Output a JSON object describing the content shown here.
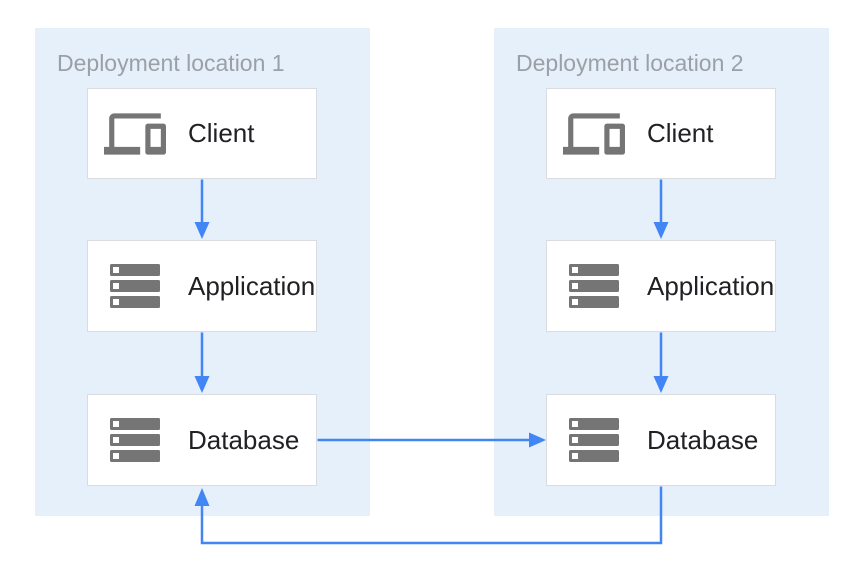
{
  "zones": [
    {
      "title": "Deployment location 1",
      "nodes": [
        {
          "label": "Client",
          "icon": "devices-icon"
        },
        {
          "label": "Application",
          "icon": "server-stack-icon"
        },
        {
          "label": "Database",
          "icon": "server-stack-icon"
        }
      ]
    },
    {
      "title": "Deployment location 2",
      "nodes": [
        {
          "label": "Client",
          "icon": "devices-icon"
        },
        {
          "label": "Application",
          "icon": "server-stack-icon"
        },
        {
          "label": "Database",
          "icon": "server-stack-icon"
        }
      ]
    }
  ],
  "connections": [
    {
      "from": "client-1",
      "to": "application-1",
      "shape": "straight-down"
    },
    {
      "from": "application-1",
      "to": "database-1",
      "shape": "straight-down"
    },
    {
      "from": "client-2",
      "to": "application-2",
      "shape": "straight-down"
    },
    {
      "from": "application-2",
      "to": "database-2",
      "shape": "straight-down"
    },
    {
      "from": "database-1",
      "to": "database-2",
      "shape": "straight-right"
    },
    {
      "from": "database-2",
      "to": "database-1",
      "shape": "loop-under-bottom"
    }
  ],
  "colors": {
    "arrow": "#4285f4",
    "zone_background": "#e6f0fb",
    "zone_title": "#9aa0a6",
    "node_border": "#dadce0",
    "node_background": "#ffffff",
    "node_label": "#202124",
    "icon": "#757575"
  }
}
